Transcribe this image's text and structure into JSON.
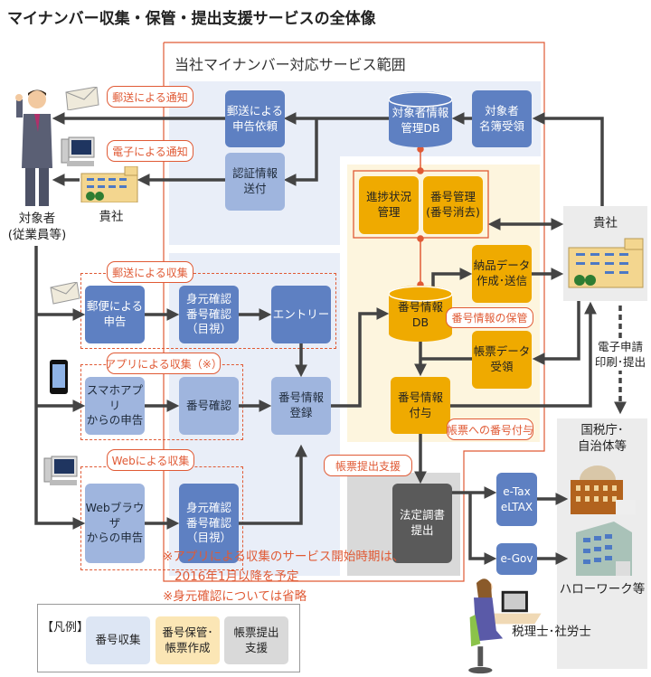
{
  "title": "マイナンバー収集・保管・提出支援サービスの全体像",
  "scope_title": "当社マイナンバー対応サービス範囲",
  "actors": {
    "employee": "対象者\n(従業員等)",
    "company_left": "貴社",
    "company_right": "貴社",
    "government": "国税庁･\n自治体等",
    "hellowork": "ハローワーク等",
    "accountant": "税理士･社労士"
  },
  "tags": {
    "mail_notice": "郵送による通知",
    "electronic_notice": "電子による通知",
    "mail_collect": "郵送による収集",
    "app_collect": "アプリによる収集（※）",
    "web_collect": "Webによる収集",
    "number_storage": "番号情報の保管",
    "form_numbering": "帳票への番号付与",
    "filing_support": "帳票提出支援"
  },
  "boxes": {
    "mail_request": "郵送による\n申告依頼",
    "auth_send": "認証情報\n送付",
    "subject_db": "対象者情報\n管理DB",
    "list_receive": "対象者\n名簿受領",
    "progress": "進捗状況\n管理",
    "number_mgmt": "番号管理\n(番号消去)",
    "delivery_data": "納品データ\n作成･送信",
    "number_db": "番号情報\nDB",
    "form_data_receive": "帳票データ\n受領",
    "number_assign": "番号情報\n付与",
    "legal_filing": "法定調書\n提出",
    "etax": "e-Tax\neLTAX",
    "egov": "e-Gov",
    "postal_report": "郵便による\n申告",
    "identity_check_1": "身元確認\n番号確認\n（目視）",
    "entry": "エントリー",
    "app_report": "スマホアプリ\nからの申告",
    "number_check": "番号確認",
    "number_register": "番号情報\n登録",
    "web_report": "Webブラウザ\nからの申告",
    "identity_check_2": "身元確認\n番号確認\n（目視）"
  },
  "e_filing_label": "電子申請\n印刷･提出",
  "notes": [
    "※アプリによる収集のサービス開始時期は、",
    "2016年1月以降を予定",
    "※身元確認については省略"
  ],
  "legend": {
    "heading": "【凡例】",
    "items": [
      {
        "label": "番号収集",
        "color": "#dde6f4"
      },
      {
        "label": "番号保管･\n帳票作成",
        "color": "#fbe6b5"
      },
      {
        "label": "帳票提出\n支援",
        "color": "#d9d9d9"
      }
    ]
  },
  "colors": {
    "accent_red": "#e05a35",
    "dark_blue": "#5e80c2",
    "light_blue": "#9fb5de",
    "orange": "#efaa00",
    "dark_gray": "#5a5a5a",
    "arrow": "#444444"
  }
}
